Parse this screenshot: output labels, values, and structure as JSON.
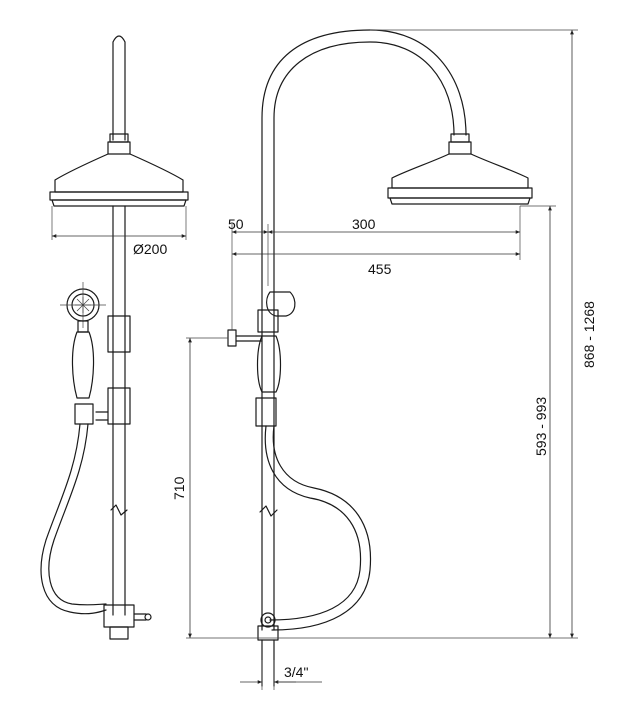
{
  "dimensions": {
    "head_diameter": "Ø200",
    "offset_small": "50",
    "arm_reach": "300",
    "total_reach": "455",
    "bar_height": "710",
    "head_height_range": "593 - 993",
    "total_height_range": "868 - 1268",
    "thread_size": "3/4\""
  }
}
